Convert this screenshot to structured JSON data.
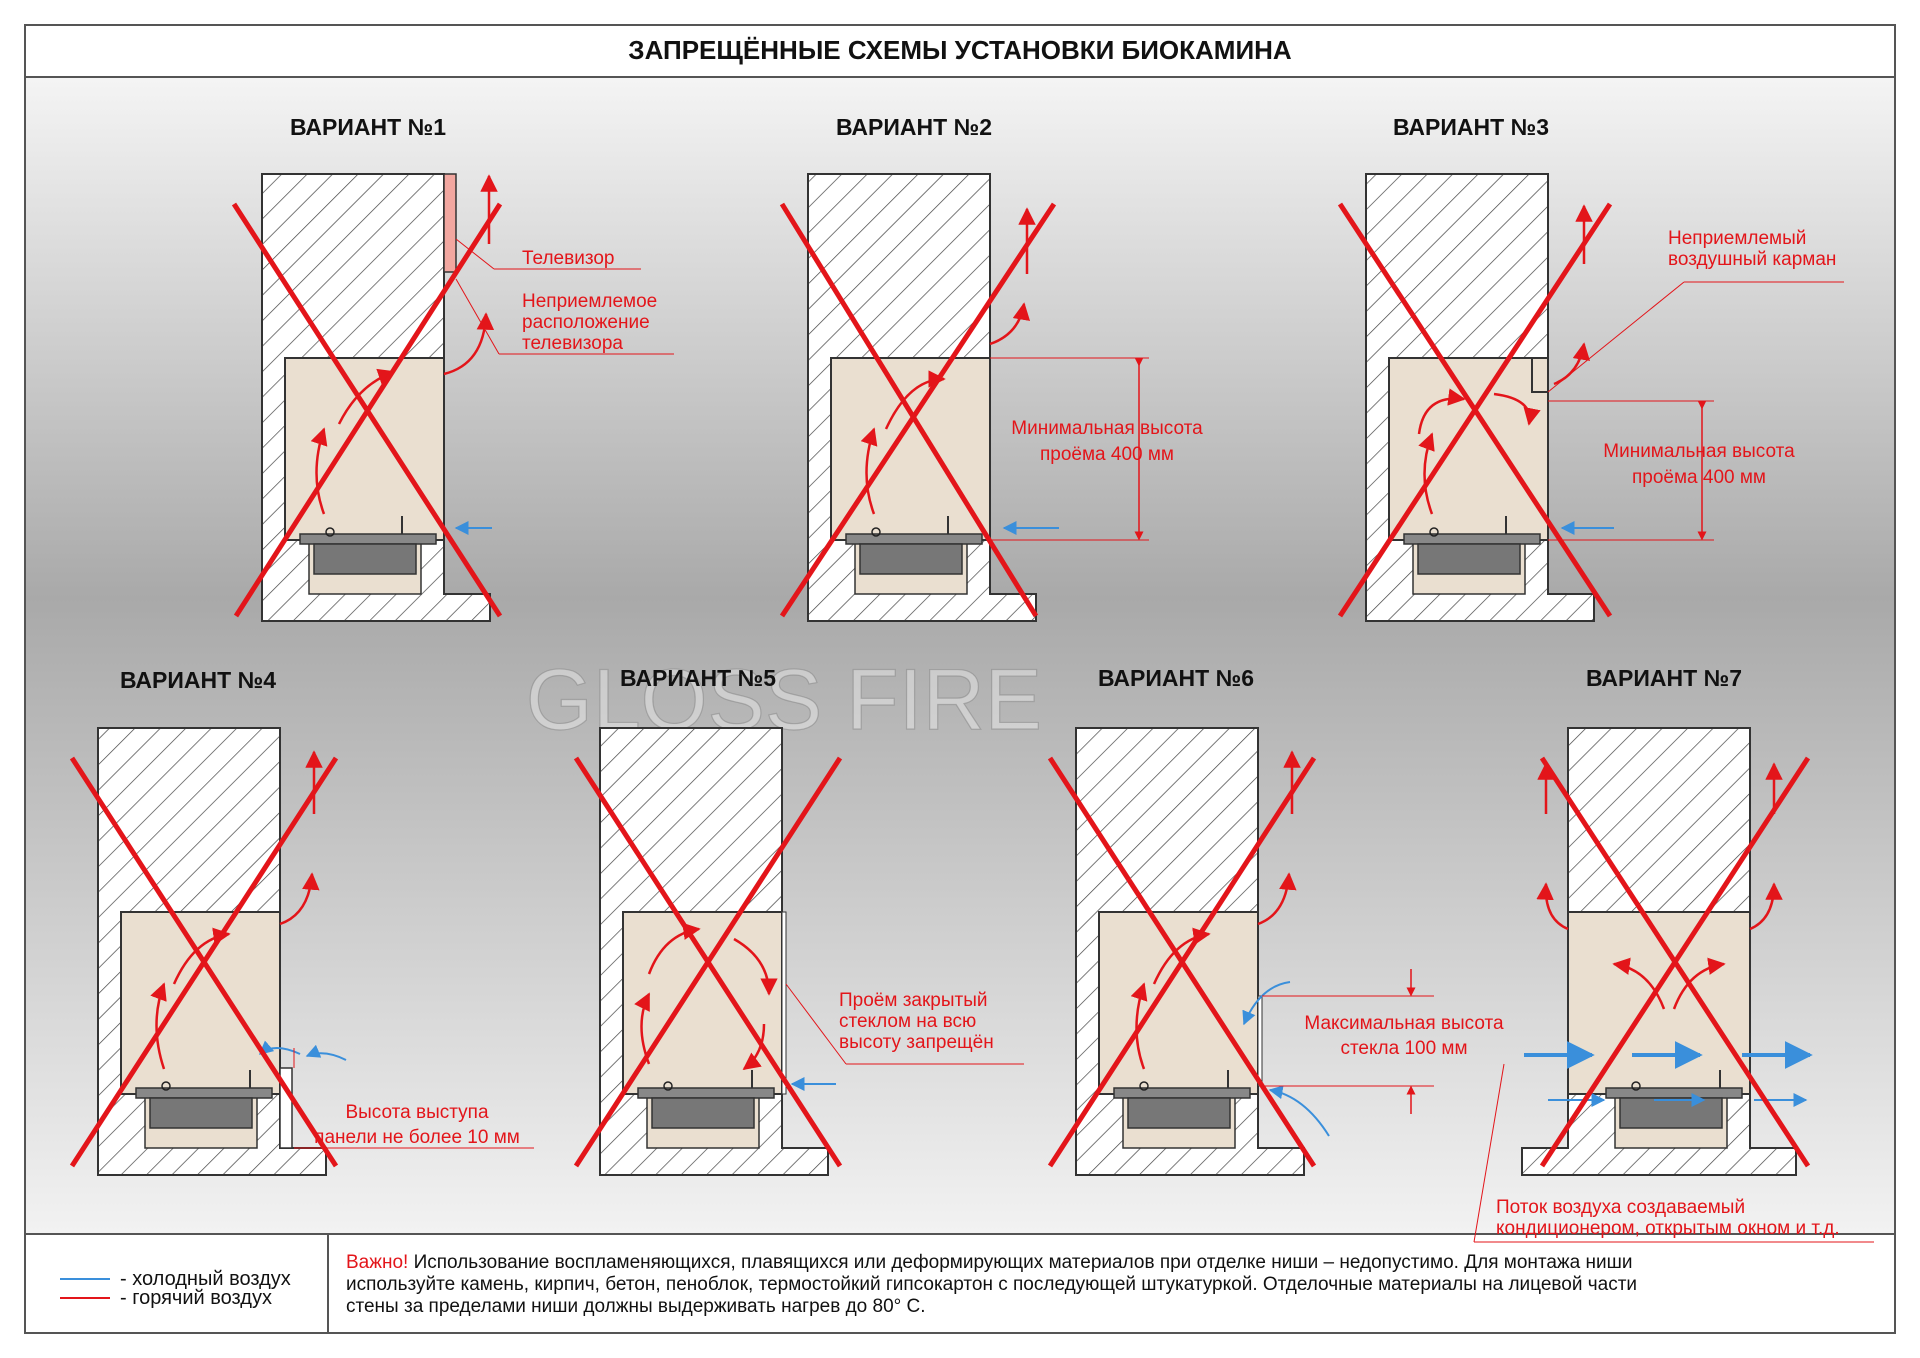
{
  "header": {
    "title": "ЗАПРЕЩЁННЫЕ СХЕМЫ УСТАНОВКИ БИОКАМИНА"
  },
  "variants": [
    {
      "label": "ВАРИАНТ №1"
    },
    {
      "label": "ВАРИАНТ №2"
    },
    {
      "label": "ВАРИАНТ №3"
    },
    {
      "label": "ВАРИАНТ №4"
    },
    {
      "label": "ВАРИАНТ №5"
    },
    {
      "label": "ВАРИАНТ №6"
    },
    {
      "label": "ВАРИАНТ №7"
    }
  ],
  "annotations": {
    "v1_tv": "Телевизор",
    "v1_placement": [
      "Неприемлемое",
      "расположение",
      "телевизора"
    ],
    "v2_height": [
      "Минимальная высота",
      "проёма 400 мм"
    ],
    "v3_pocket": [
      "Неприемлемый",
      "воздушный карман"
    ],
    "v3_height": [
      "Минимальная высота",
      "проёма 400 мм"
    ],
    "v4_panel": [
      "Высота выступа",
      "панели не более 10 мм"
    ],
    "v5_glass": [
      "Проём закрытый",
      "стеклом на всю",
      "высоту запрещён"
    ],
    "v6_glass": [
      "Максимальная высота",
      "стекла 100 мм"
    ],
    "v7_flow": [
      "Поток воздуха создаваемый",
      "кондиционером, открытым окном и т.д."
    ]
  },
  "watermark": "GLOSS FIRE",
  "legend": {
    "cold": "- холодный воздух",
    "hot": "- горячий воздух"
  },
  "footer": {
    "important": "Важно!",
    "lines": [
      " Использование воспламеняющихся, плавящихся или деформирующих материалов при отделке ниши – недопустимо. Для монтажа ниши",
      "используйте камень, кирпич, бетон, пеноблок, термостойкий гипсокартон с последующей штукатуркой. Отделочные материалы на лицевой части",
      "стены за пределами ниши должны выдерживать нагрев до 80° C."
    ]
  },
  "colors": {
    "hot": "#e3151a",
    "cold": "#3a8fdb",
    "niche": "#eadfd0",
    "wall_fill": "#ffffff"
  }
}
